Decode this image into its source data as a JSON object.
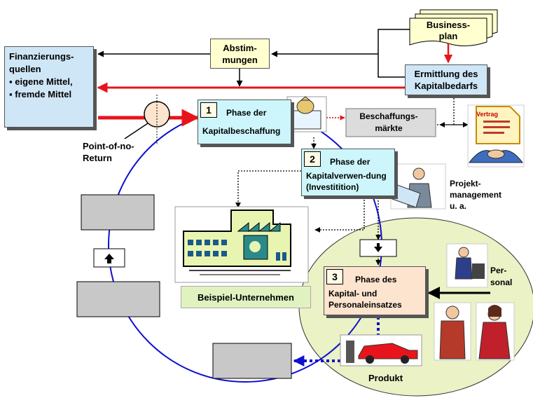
{
  "sources": {
    "title": "Finanzierungs-quellen",
    "items": [
      "eigene Mittel,",
      "fremde Mittel"
    ]
  },
  "abstimmungen": "Abstim-mungen",
  "businessplan": "Business-plan",
  "kapitalbedarf": "Ermittlung des Kapitalbedarfs",
  "phase1": {
    "number": "1",
    "title": "Phase der",
    "subtitle": "Kapitalbeschaffung"
  },
  "phase2": {
    "number": "2",
    "title": "Phase der",
    "subtitle": "Kapitalverwen-dung (Investitition)"
  },
  "phase3": {
    "number": "3",
    "title": "Phase des",
    "subtitle": "Kapital- und Personaleinsatzes"
  },
  "beschaffungsmaerkte": "Beschaffungs-märkte",
  "vertrag": "Vertrag",
  "point_of_no_return": "Point-of-no-Return",
  "projektmanagement": "Projekt-management u. a.",
  "company": "Beispiel-Unternehmen",
  "personal": "Per-sonal",
  "produkt": "Produkt",
  "colors": {
    "light_blue": "#cfe6f7",
    "phase_cyan": "#ccf6fb",
    "light_yellow": "#ffffd0",
    "peach": "#fde4cf",
    "green_ellipse": "#eaf2c6",
    "label_green": "#e0f2c0",
    "grey": "#c8c8c8",
    "red": "#e8141b",
    "blue": "#1010d0"
  }
}
